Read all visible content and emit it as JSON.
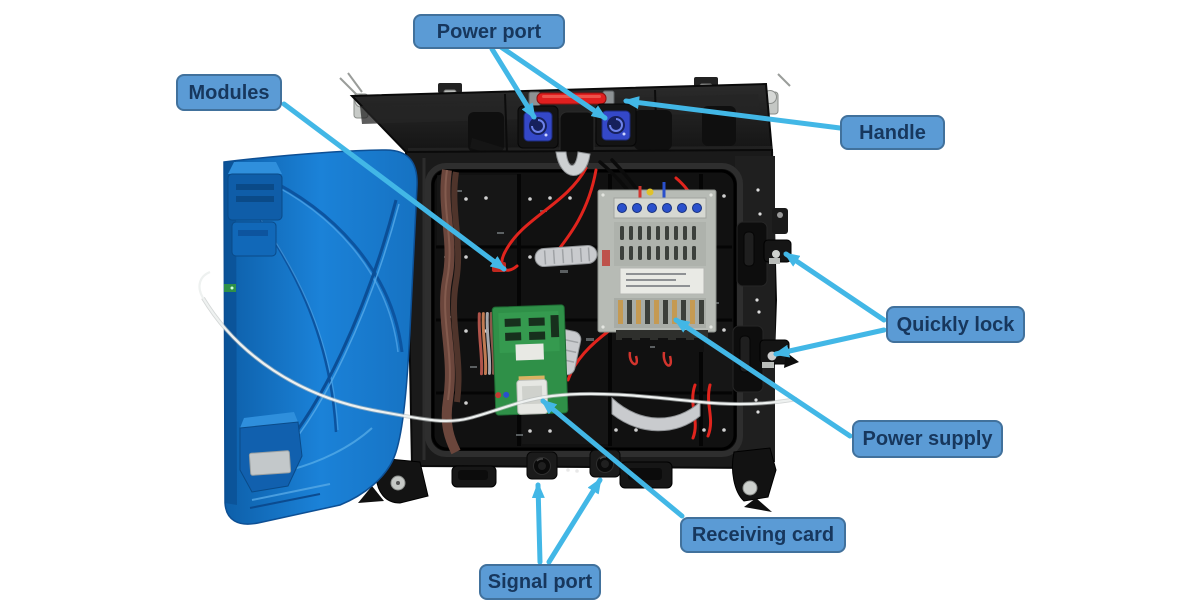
{
  "labels": {
    "power_port": "Power port",
    "modules": "Modules",
    "handle": "Handle",
    "quickly_lock": "Quickly lock",
    "power_supply": "Power supply",
    "receiving_card": "Receiving card",
    "signal_port": "Signal port"
  },
  "style": {
    "label_fill": "#5b9bd5",
    "label_border": "#41719c",
    "label_text_color": "#17375d",
    "arrow_color": "#42b7e6",
    "cabinet_color": "#1a1a1a",
    "door_color": "#1b82d8",
    "handle_color": "#e11f1f",
    "power_connector_color": "#3448c8",
    "pcb_color": "#2f9048",
    "psu_color": "#b7bbb5"
  }
}
